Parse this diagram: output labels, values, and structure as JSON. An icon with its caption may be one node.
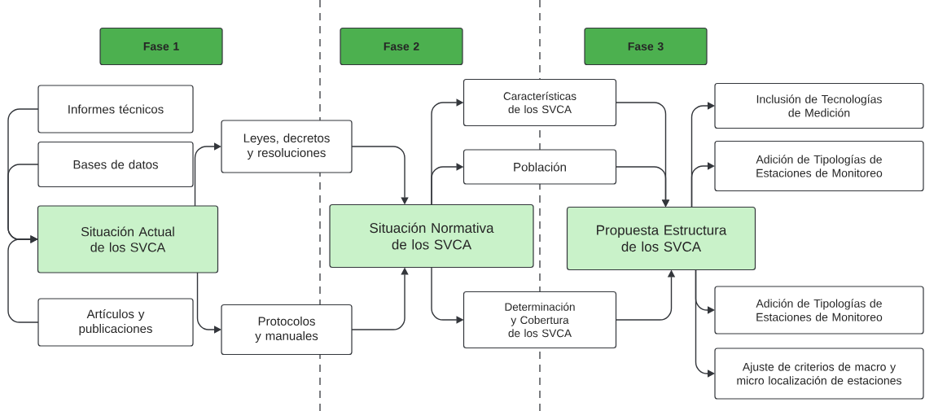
{
  "diagram": {
    "nodes": [
      {
        "text": [
          "Fase 1"
        ]
      },
      {
        "text": [
          "Fase 2"
        ]
      },
      {
        "text": [
          "Fase 3"
        ]
      },
      {
        "text": [
          "Informes técnicos"
        ]
      },
      {
        "text": [
          "Bases de datos"
        ]
      },
      {
        "text": [
          "Situación Actual de los SVCA"
        ]
      },
      {
        "text": [
          "Artículos y publicaciones"
        ]
      },
      {
        "text": [
          "Leyes, decretos y resoluciones"
        ]
      },
      {
        "text": [
          "Protocolos y manuales"
        ]
      },
      {
        "text": [
          "Situación Normativa de los SVCA"
        ]
      },
      {
        "text": [
          "Características de los SVCA"
        ]
      },
      {
        "text": [
          "Población"
        ]
      },
      {
        "text": [
          "Determinación y Cobertura de los SVCA"
        ]
      },
      {
        "text": [
          "Propuesta Estructura de los SVCA"
        ]
      },
      {
        "text": [
          "Inclusión de Tecnologías de Medición"
        ]
      },
      {
        "text": [
          "Adición de Tipologías de Estaciones de Monitoreo"
        ]
      },
      {
        "text": [
          "Adición de Tipologías de Estaciones de Monitoreo"
        ]
      },
      {
        "text": [
          "Ajuste de criterios de macro y micro localización de estaciones"
        ]
      }
    ],
    "edges": [
      {
        "from": 3,
        "to": 5,
        "arrow": "to"
      },
      {
        "from": 4,
        "to": 5,
        "arrow": "to"
      },
      {
        "from": 6,
        "to": 5,
        "arrow": "to"
      },
      {
        "from": 5,
        "to": 7,
        "arrow": "to"
      },
      {
        "from": 5,
        "to": 8,
        "arrow": "to"
      },
      {
        "from": 7,
        "to": 9,
        "arrow": "to"
      },
      {
        "from": 8,
        "to": 9,
        "arrow": "to"
      },
      {
        "from": 9,
        "to": 10,
        "arrow": "to"
      },
      {
        "from": 9,
        "to": 11,
        "arrow": "to"
      },
      {
        "from": 9,
        "to": 12,
        "arrow": "to"
      },
      {
        "from": 10,
        "to": 13,
        "arrow": "to"
      },
      {
        "from": 11,
        "to": 13,
        "arrow": "to"
      },
      {
        "from": 12,
        "to": 13,
        "arrow": "to"
      },
      {
        "from": 13,
        "to": 14,
        "arrow": "to"
      },
      {
        "from": 13,
        "to": 15,
        "arrow": "to"
      },
      {
        "from": 13,
        "to": 16,
        "arrow": "to"
      },
      {
        "from": 13,
        "to": 17,
        "arrow": "to"
      }
    ]
  }
}
